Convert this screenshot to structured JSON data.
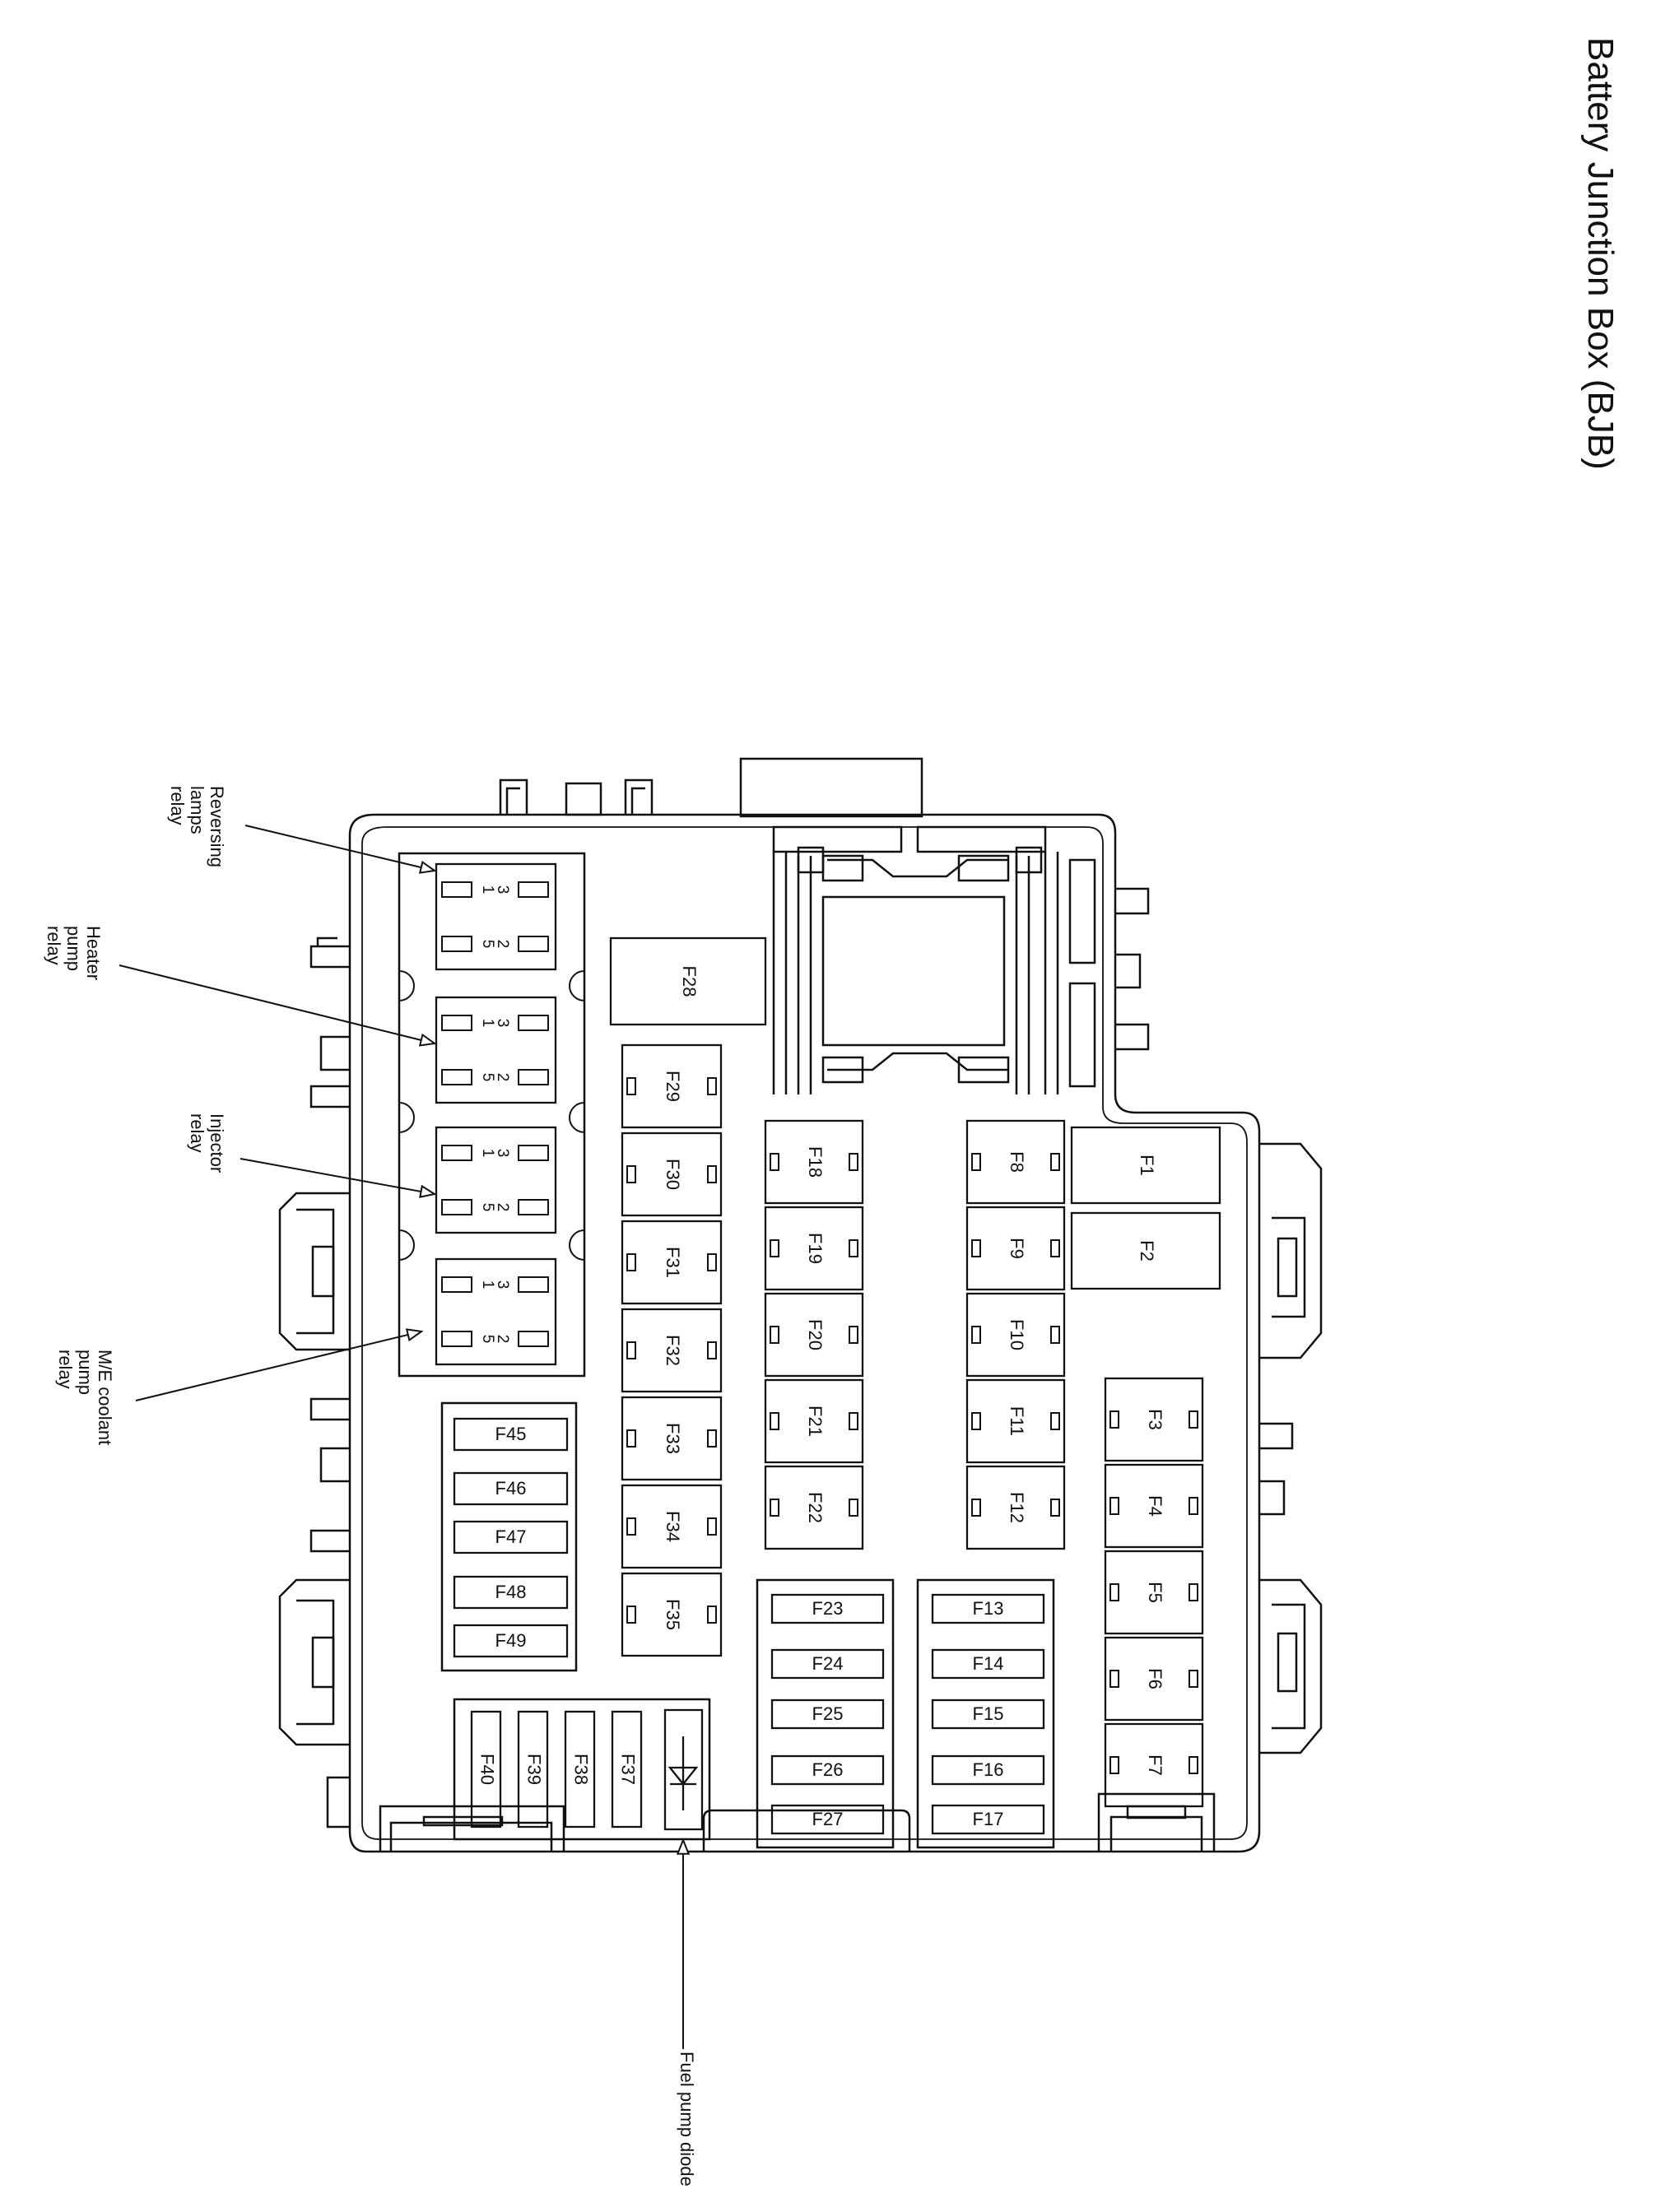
{
  "title": "Battery Junction Box (BJB)",
  "callouts": {
    "reversing": [
      "Reversing",
      "lamps",
      "relay"
    ],
    "heater": [
      "Heater",
      "pump",
      "relay"
    ],
    "injector": [
      "Injector",
      "relay"
    ],
    "coolant": [
      "M/E coolant",
      "pump",
      "relay"
    ],
    "diode": "Fuel pump diode"
  },
  "relay_pins": [
    "3",
    "1",
    "5",
    "2"
  ],
  "fuses": {
    "F1": "F1",
    "F2": "F2",
    "F3": "F3",
    "F4": "F4",
    "F5": "F5",
    "F6": "F6",
    "F7": "F7",
    "F8": "F8",
    "F9": "F9",
    "F10": "F10",
    "F11": "F11",
    "F12": "F12",
    "F13": "F13",
    "F14": "F14",
    "F15": "F15",
    "F16": "F16",
    "F17": "F17",
    "F18": "F18",
    "F19": "F19",
    "F20": "F20",
    "F21": "F21",
    "F22": "F22",
    "F23": "F23",
    "F24": "F24",
    "F25": "F25",
    "F26": "F26",
    "F27": "F27",
    "F28": "F28",
    "F29": "F29",
    "F30": "F30",
    "F31": "F31",
    "F32": "F32",
    "F33": "F33",
    "F34": "F34",
    "F35": "F35",
    "F37": "F37",
    "F38": "F38",
    "F39": "F39",
    "F40": "F40",
    "F45": "F45",
    "F46": "F46",
    "F47": "F47",
    "F48": "F48",
    "F49": "F49"
  },
  "colors": {
    "line": "#111111",
    "background": "#ffffff"
  }
}
